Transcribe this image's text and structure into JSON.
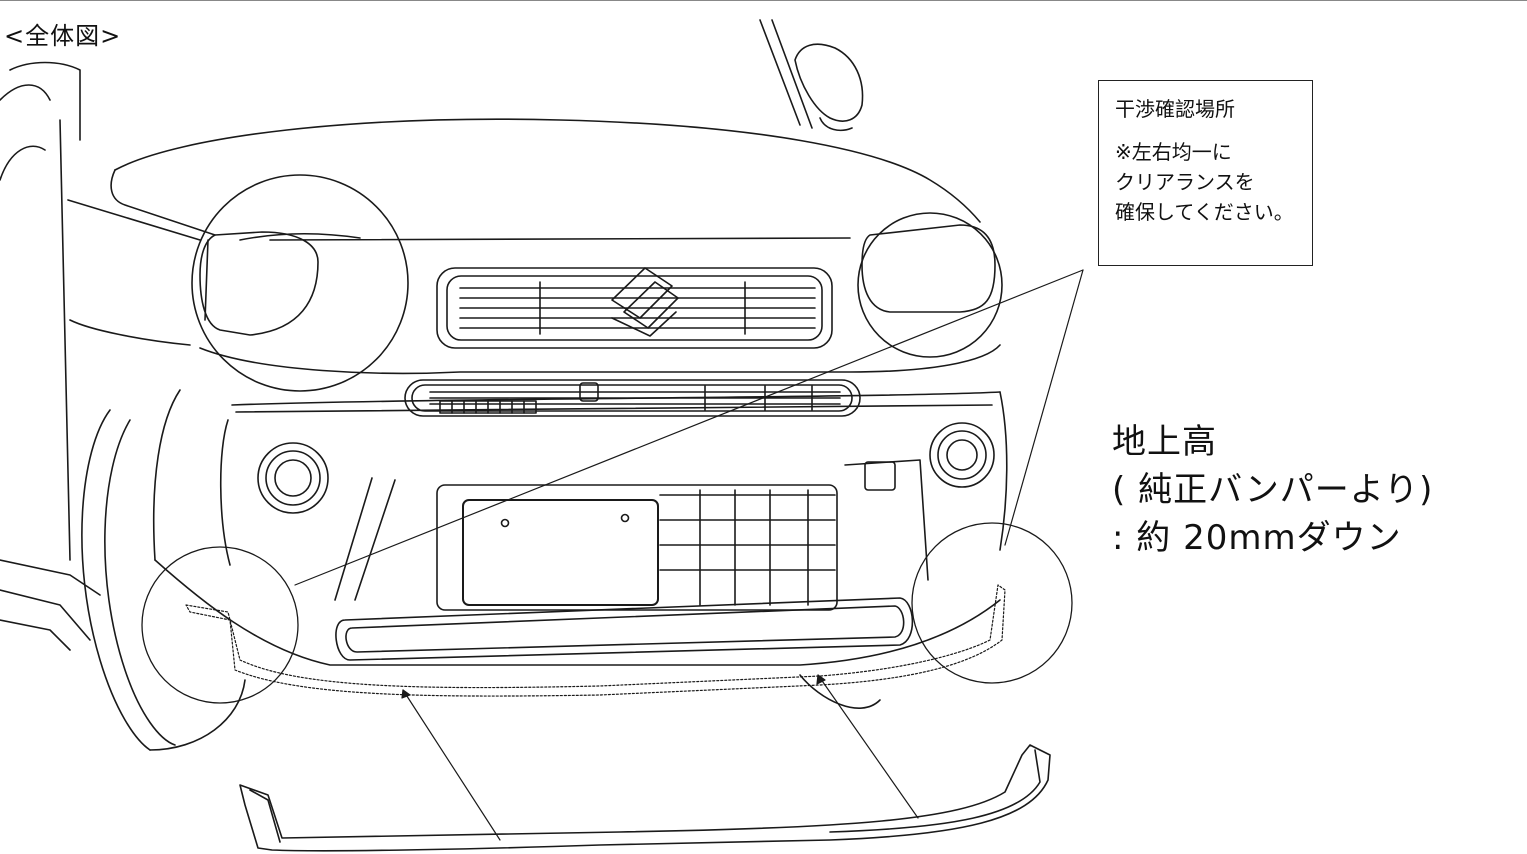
{
  "header": {
    "title": "<全体図>"
  },
  "note": {
    "title": "干渉確認場所",
    "lines": [
      "※左右均一に",
      "クリアランスを",
      "確保してください。"
    ]
  },
  "height_info": {
    "lines": [
      "地上高",
      "( 純正バンパーより)",
      ": 約 20mmダウン"
    ]
  }
}
